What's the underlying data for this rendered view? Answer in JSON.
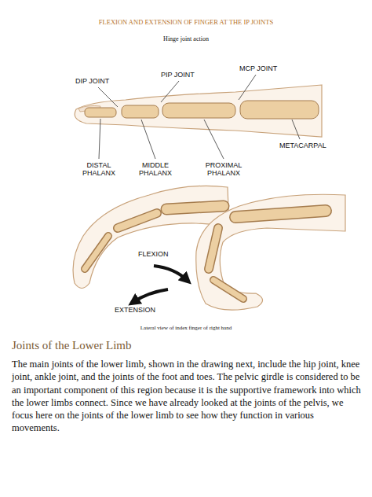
{
  "diagram": {
    "title": "FLEXION AND EXTENSION OF FINGER AT THE IP JOINTS",
    "caption": "Lateral view of index finger of right hand",
    "labels": [
      "Hinge joint action",
      "DIP JOINT",
      "PIP JOINT",
      "MCP JOINT",
      "METACARPAL",
      "DISTAL PHALANX",
      "MIDDLE PHALANX",
      "PROXIMAL PHALANX",
      "FLEXION",
      "EXTENSION",
      "Joints of the Lower Limb",
      "The main joints of the lower limb, shown in the drawing next, include the hip joint, knee joint, ankle joint, and the joints of the foot and toes. The pelvic girdle is considered to be an important component of this region because it is the supportive framework into which the lower limbs connect. Since we have already looked at the joints of the pelvis, we focus here on the joints of the lower limb to see how they function in various movements."
    ]
  }
}
